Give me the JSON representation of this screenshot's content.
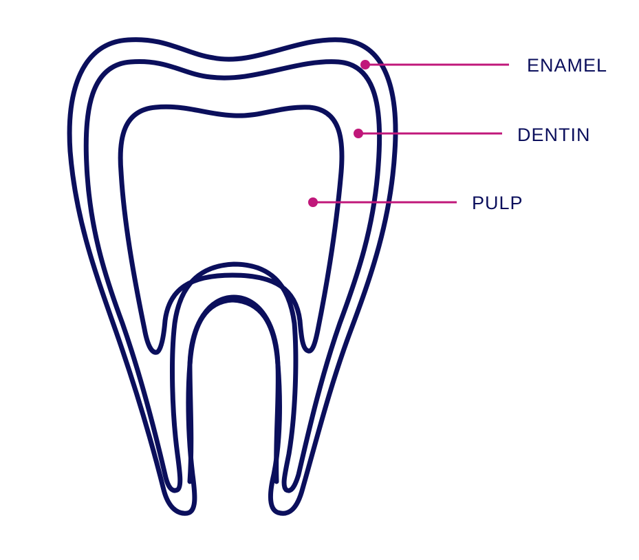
{
  "diagram": {
    "subject": "tooth-cross-section",
    "colors": {
      "outline": "#0b0f5c",
      "leader": "#c0177a",
      "label": "#0b0f5c",
      "background": "#ffffff"
    },
    "labels": {
      "enamel": "ENAMEL",
      "dentin": "DENTIN",
      "pulp": "PULP"
    }
  }
}
